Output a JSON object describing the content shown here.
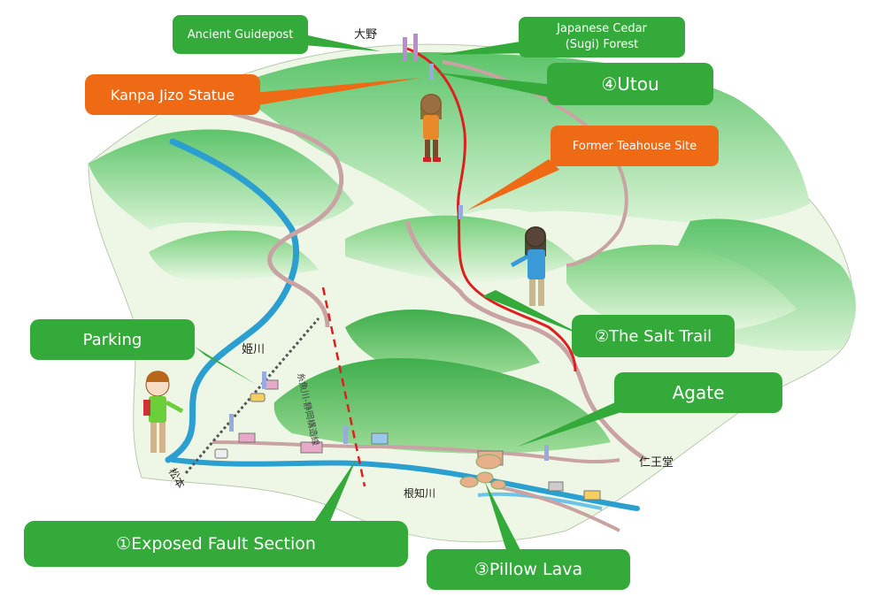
{
  "colors": {
    "callout_green": "#33aa3a",
    "callout_orange": "#ee6a14",
    "trail_red": "#dd1f1f",
    "river_blue": "#2a9fd0",
    "road_pink": "#c9a3a3",
    "mountain_green": "#7fd486",
    "fault_line": "#dd1f1f"
  },
  "callouts": {
    "ancient_guidepost": "Ancient Guidepost",
    "japanese_cedar_line1": "Japanese Cedar",
    "japanese_cedar_line2": "(Sugi) Forest",
    "kanpa_jizo": "Kanpa Jizo Statue",
    "utou": "④Utou",
    "former_teahouse": "Former Teahouse Site",
    "salt_trail": "②The Salt Trail",
    "parking": "Parking",
    "agate": "Agate",
    "exposed_fault": "①Exposed Fault Section",
    "pillow_lava": "③Pillow Lava"
  },
  "place_labels": {
    "ono": "大野",
    "himekawa": "姫川",
    "nechigawa": "根知川",
    "niodo": "仁王堂",
    "matsumoto_direction": "松本"
  },
  "fault_label": "糸魚川-静岡構造線",
  "icons": [
    "guidepost-icon",
    "hiker-girl-icon",
    "hiker-boy-icon",
    "parking-car-icon",
    "railway-icon"
  ]
}
